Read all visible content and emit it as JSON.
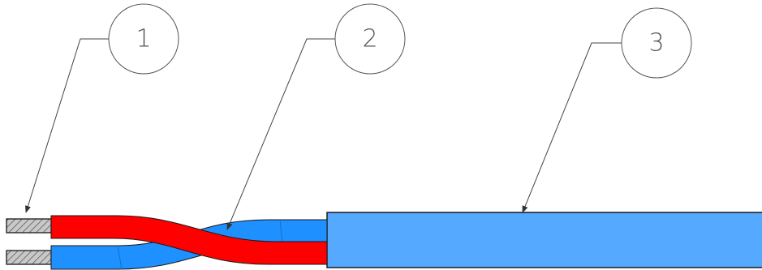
{
  "diagram": {
    "callouts": [
      {
        "id": "1",
        "label": "1",
        "target": "conductor-tips"
      },
      {
        "id": "2",
        "label": "2",
        "target": "twisted-insulated-conductors"
      },
      {
        "id": "3",
        "label": "3",
        "target": "outer-jacket"
      }
    ],
    "colors": {
      "jacket": "#55aaff",
      "conductor_red": "#ff0000",
      "conductor_blue": "#1e90ff",
      "strand_metal": "#b8b8b8",
      "outline": "#1a1a1a",
      "leader": "#444444",
      "callout_circle": "#555555"
    }
  }
}
